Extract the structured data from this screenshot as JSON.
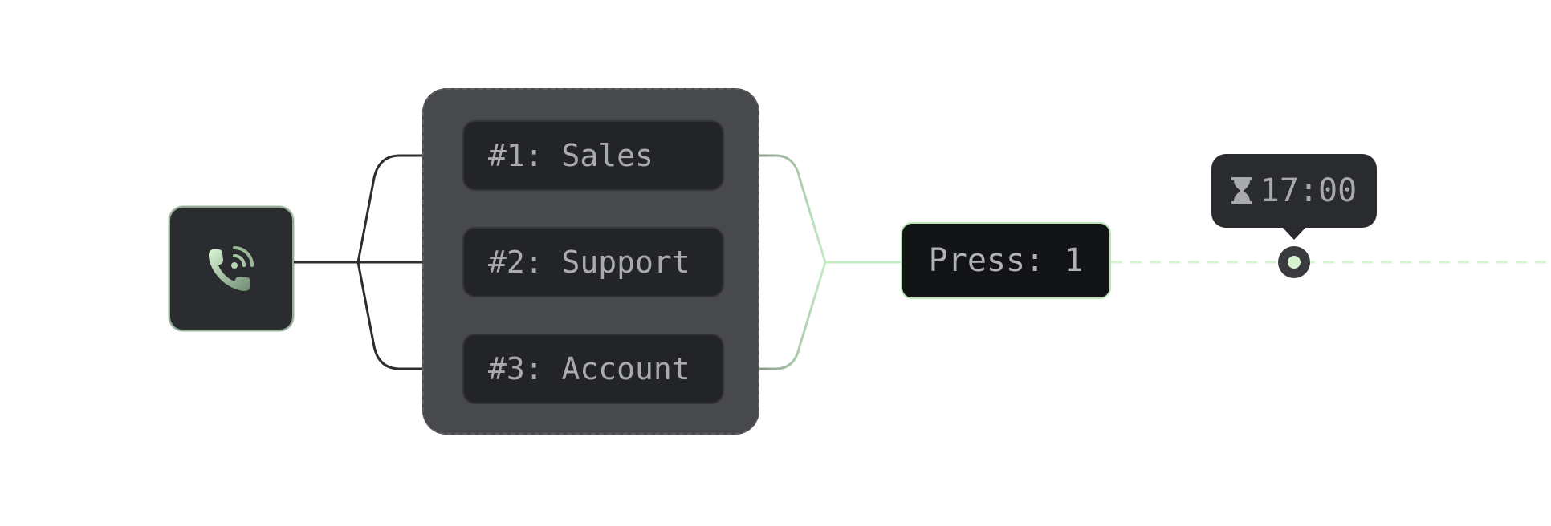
{
  "colors": {
    "accent_green": "#b9e4b9",
    "dark_node": "#2b2c2f",
    "group_fill": "#48494c",
    "dark_line": "#2c2d30"
  },
  "phone_node": {
    "icon": "phone-call-icon"
  },
  "menu": {
    "options": [
      {
        "label": "#1: Sales"
      },
      {
        "label": "#2: Support"
      },
      {
        "label": "#3: Account"
      }
    ]
  },
  "press_node": {
    "label": "Press: 1"
  },
  "timer": {
    "icon": "hourglass-icon",
    "label": "17:00"
  }
}
